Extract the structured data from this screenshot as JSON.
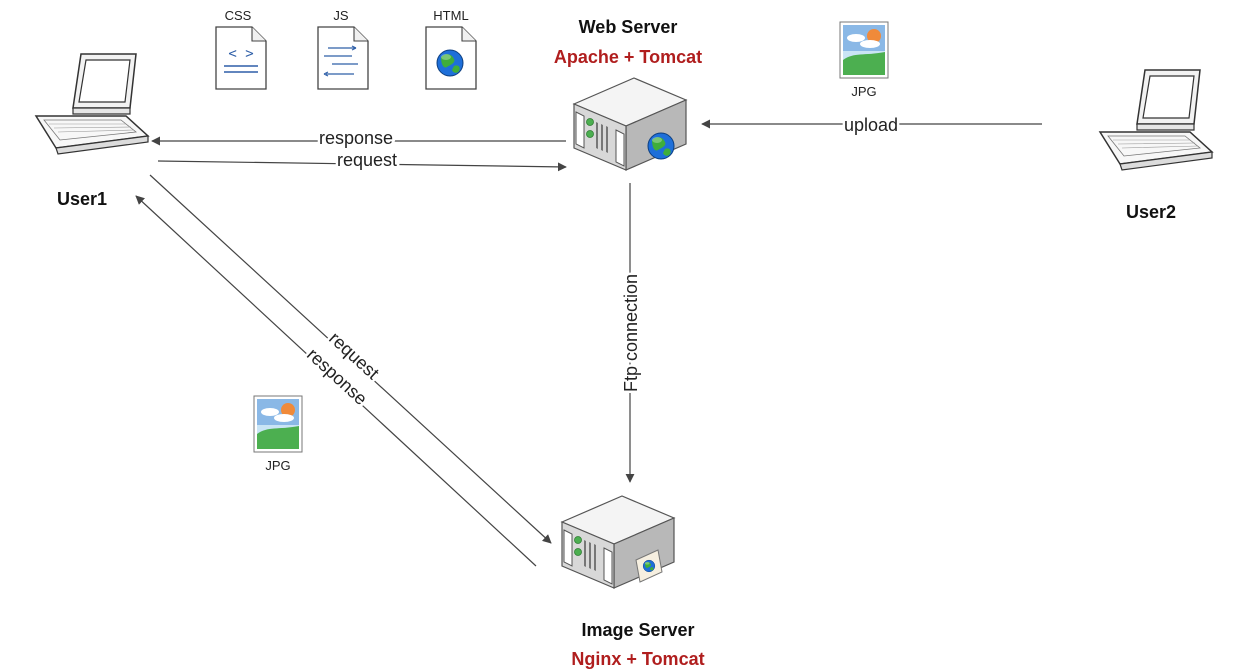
{
  "nodes": {
    "user1": {
      "label": "User1"
    },
    "user2": {
      "label": "User2"
    },
    "web_server": {
      "label": "Web Server",
      "sublabel": "Apache + Tomcat"
    },
    "image_server": {
      "label": "Image Server",
      "sublabel": "Nginx + Tomcat"
    }
  },
  "files": {
    "css": "CSS",
    "js": "JS",
    "html": "HTML",
    "jpg_upload": "JPG",
    "jpg_image": "JPG"
  },
  "edges": {
    "web_response": "response",
    "web_request": "request",
    "upload": "upload",
    "ftp": "Ftp connection",
    "img_request": "request",
    "img_response": "response"
  },
  "colors": {
    "server_sublabel": "#b01e1e",
    "line": "#444444"
  },
  "icons": {
    "laptop": "laptop-icon",
    "server": "server-icon",
    "document": "document-icon",
    "image": "image-file-icon",
    "globe": "globe-icon"
  }
}
